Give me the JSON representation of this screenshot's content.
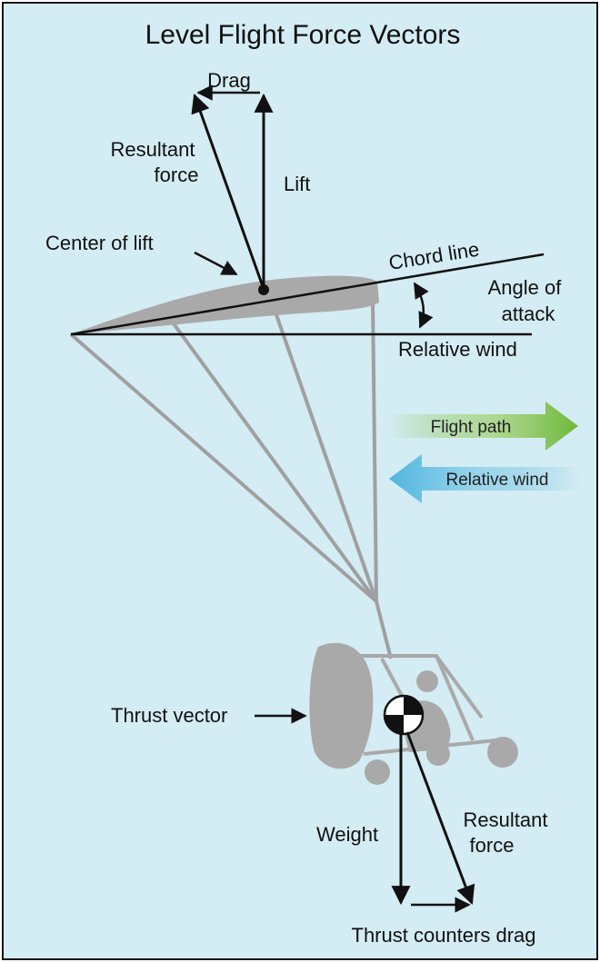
{
  "title": "Level Flight Force Vectors",
  "labels": {
    "drag": "Drag",
    "resultant_force_top_line1": "Resultant",
    "resultant_force_top_line2": "force",
    "lift": "Lift",
    "center_of_lift": "Center of lift",
    "chord_line": "Chord line",
    "angle_of_attack_line1": "Angle of",
    "angle_of_attack_line2": "attack",
    "relative_wind": "Relative wind",
    "flight_path_arrow": "Flight path",
    "relative_wind_arrow": "Relative wind",
    "thrust_vector": "Thrust vector",
    "weight": "Weight",
    "resultant_force_bottom_line1": "Resultant",
    "resultant_force_bottom_line2": "force",
    "thrust_counters_drag": "Thrust counters drag"
  },
  "colors": {
    "background": "#d4ecf3",
    "canopy_gray": "#a9a9a9",
    "lines_gray": "#a0a0a0",
    "vector_black": "#111111",
    "flight_path_green": "#7fc241",
    "relative_wind_blue": "#5bbde0"
  }
}
